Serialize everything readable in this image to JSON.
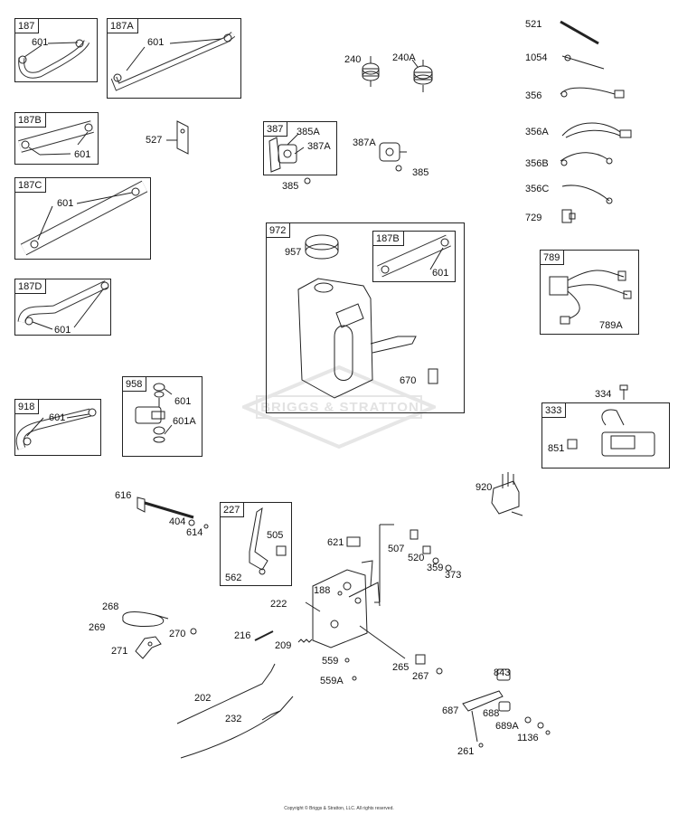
{
  "copyright": "Copyright © Briggs & Stratton, LLC. All rights reserved.",
  "watermark": "BRIGGS & STRATTON",
  "boxes": {
    "b187": "187",
    "b187A": "187A",
    "b187B": "187B",
    "b187C": "187C",
    "b187D": "187D",
    "b918": "918",
    "b958": "958",
    "b387": "387",
    "b972": "972",
    "b187B_inner": "187B",
    "b789": "789",
    "b333": "333",
    "b227": "227"
  },
  "labels": {
    "l601_187": "601",
    "l601_187A": "601",
    "l601_187B": "601",
    "l601_187C": "601",
    "l601_187D": "601",
    "l601_918": "601",
    "l601_958": "601",
    "l601A_958": "601A",
    "l527": "527",
    "l240": "240",
    "l240A": "240A",
    "l385A": "385A",
    "l387A": "387A",
    "l385": "385",
    "l387A_b": "387A",
    "l385_b": "385",
    "l957": "957",
    "l601_972": "601",
    "l670": "670",
    "l521": "521",
    "l1054": "1054",
    "l356": "356",
    "l356A": "356A",
    "l356B": "356B",
    "l356C": "356C",
    "l729": "729",
    "l789A": "789A",
    "l334": "334",
    "l851": "851",
    "l920": "920",
    "l616": "616",
    "l404": "404",
    "l614": "614",
    "l505": "505",
    "l562": "562",
    "l621": "621",
    "l507": "507",
    "l520": "520",
    "l359": "359",
    "l373": "373",
    "l188": "188",
    "l222": "222",
    "l268": "268",
    "l269": "269",
    "l270": "270",
    "l271": "271",
    "l216": "216",
    "l209": "209",
    "l559": "559",
    "l559A": "559A",
    "l265": "265",
    "l267": "267",
    "l202": "202",
    "l232": "232",
    "l843": "843",
    "l687": "687",
    "l688": "688",
    "l689A": "689A",
    "l1136": "1136",
    "l261": "261"
  }
}
